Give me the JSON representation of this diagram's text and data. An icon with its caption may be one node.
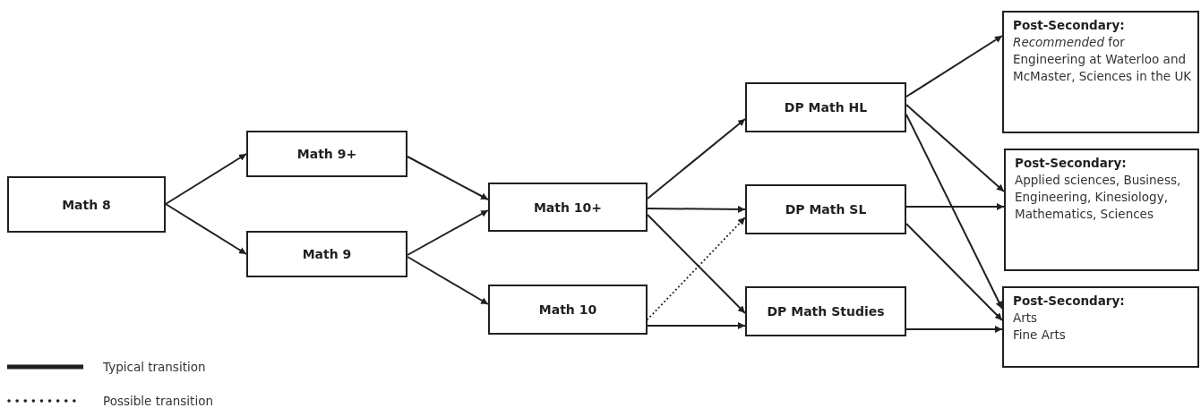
{
  "diagram": {
    "nodes": [
      {
        "text": [
          "Math 8"
        ]
      },
      {
        "text": [
          "Math 9+"
        ]
      },
      {
        "text": [
          "Math 9"
        ]
      },
      {
        "text": [
          "Math 10+"
        ]
      },
      {
        "text": [
          "Math 10"
        ]
      },
      {
        "text": [
          "DP Math HL"
        ]
      },
      {
        "text": [
          "DP Math SL"
        ]
      },
      {
        "text": [
          "DP Math Studies"
        ]
      },
      {
        "text": [
          "Post-Secondary:",
          "*Recommended* for Engineering at Waterloo and McMaster, Sciences in the UK"
        ]
      },
      {
        "text": [
          "Post-Secondary:",
          "Applied sciences, Business, Engineering, Kinesiology, Mathematics, Sciences"
        ]
      },
      {
        "text": [
          "Post-Secondary:",
          "Arts",
          "Fine Arts"
        ]
      }
    ],
    "edges": [
      {
        "from": 0,
        "to": 1,
        "arrow": "to"
      },
      {
        "from": 0,
        "to": 2,
        "arrow": "to"
      },
      {
        "from": 1,
        "to": 3,
        "arrow": "to"
      },
      {
        "from": 2,
        "to": 3,
        "arrow": "to"
      },
      {
        "from": 2,
        "to": 4,
        "arrow": "to"
      },
      {
        "from": 3,
        "to": 5,
        "arrow": "to"
      },
      {
        "from": 3,
        "to": 6,
        "arrow": "to"
      },
      {
        "from": 3,
        "to": 7,
        "arrow": "to"
      },
      {
        "from": 4,
        "to": 6,
        "arrow": "to",
        "style": "dashed"
      },
      {
        "from": 4,
        "to": 7,
        "arrow": "to"
      },
      {
        "from": 5,
        "to": 8,
        "arrow": "to"
      },
      {
        "from": 5,
        "to": 9,
        "arrow": "to"
      },
      {
        "from": 5,
        "to": 10,
        "arrow": "to"
      },
      {
        "from": 6,
        "to": 9,
        "arrow": "to"
      },
      {
        "from": 6,
        "to": 10,
        "arrow": "to"
      },
      {
        "from": 7,
        "to": 10,
        "arrow": "to"
      }
    ],
    "legend": [
      {
        "text": "Typical transition"
      },
      {
        "text": "Possible transition"
      }
    ]
  }
}
